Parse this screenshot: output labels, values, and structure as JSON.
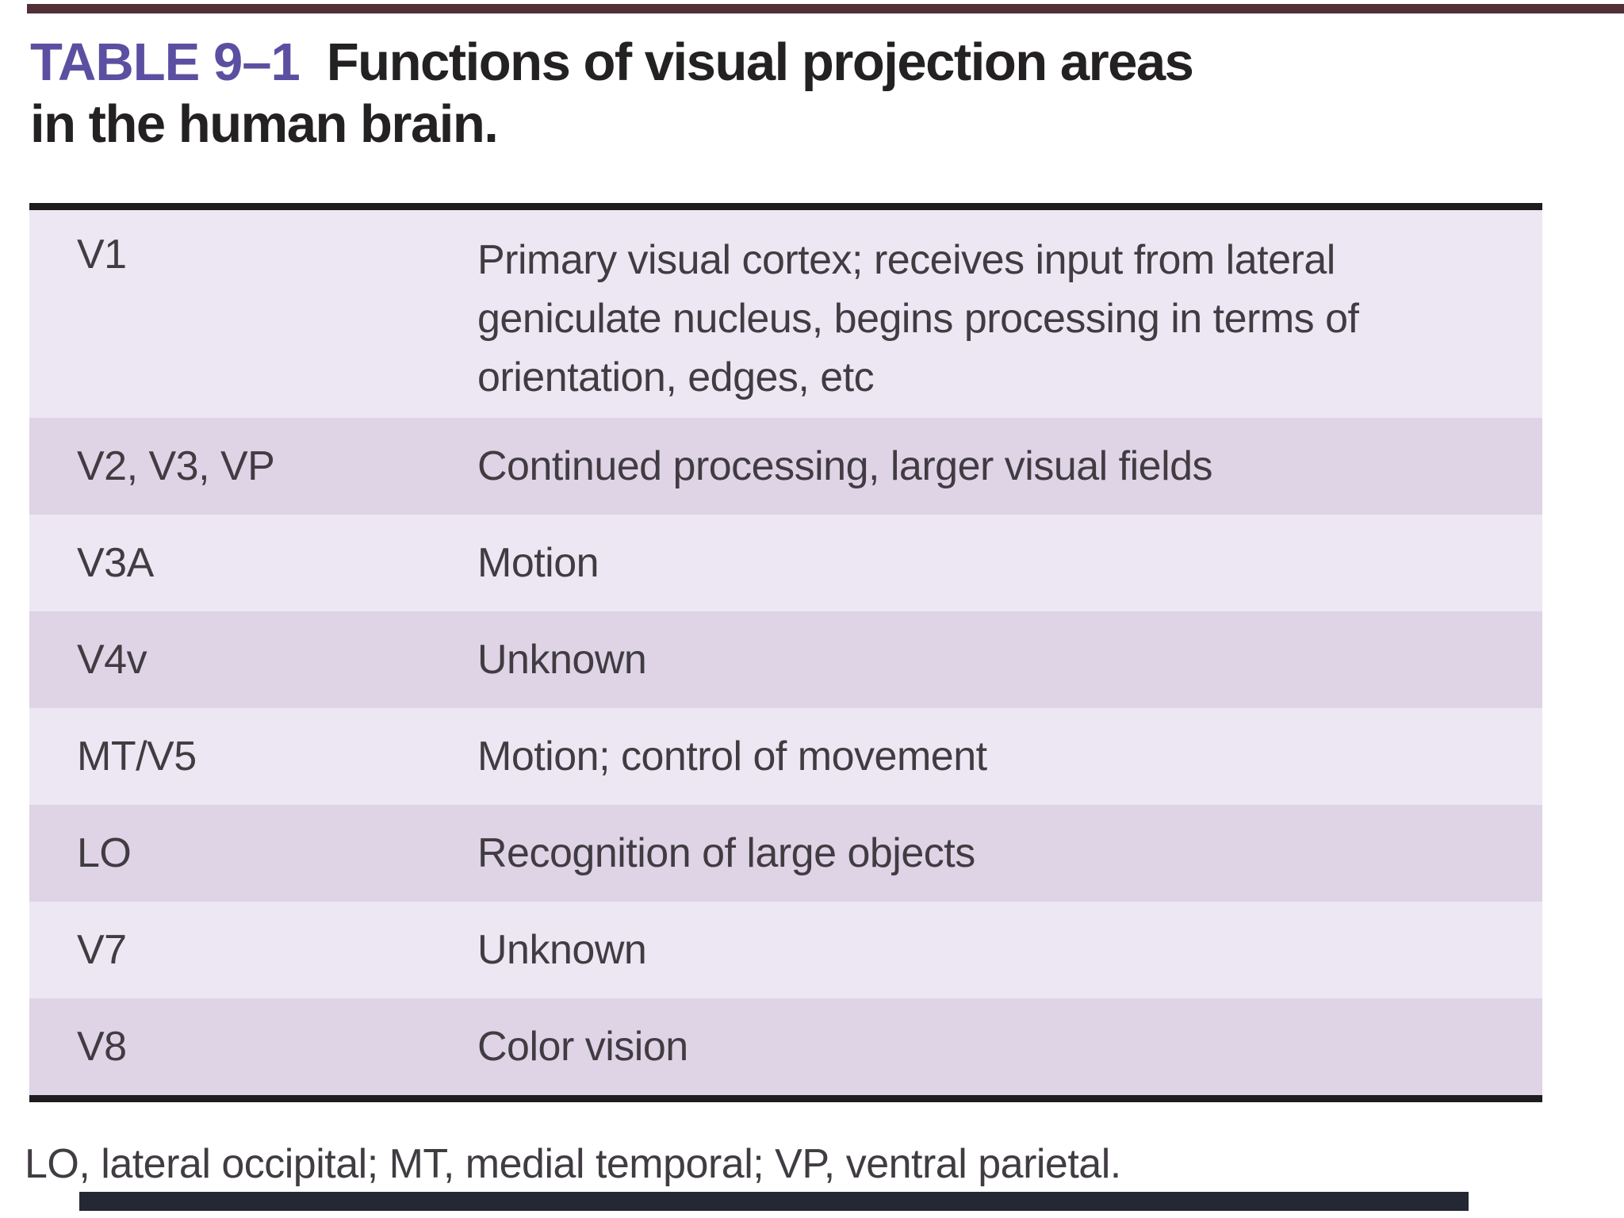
{
  "title": {
    "label": "TABLE 9–1",
    "line1": "Functions of visual projection areas",
    "line2": "in the human brain."
  },
  "table": {
    "rows": [
      {
        "area": "V1",
        "function": "Primary visual cortex; receives input from lateral geniculate nucleus, begins processing in terms of orientation, edges, etc"
      },
      {
        "area": "V2, V3, VP",
        "function": "Continued processing, larger visual fields"
      },
      {
        "area": "V3A",
        "function": "Motion"
      },
      {
        "area": "V4v",
        "function": "Unknown"
      },
      {
        "area": "MT/V5",
        "function": "Motion; control of movement"
      },
      {
        "area": "LO",
        "function": "Recognition of large objects"
      },
      {
        "area": "V7",
        "function": "Unknown"
      },
      {
        "area": "V8",
        "function": "Color vision"
      }
    ]
  },
  "footnote": "LO, lateral occipital; MT, medial temporal; VP, ventral parietal.",
  "colors": {
    "title_accent": "#5b4fa2",
    "title_text": "#242122",
    "body_text": "#403c42",
    "row_light": "#ece7f2",
    "row_dark": "#ded4e6",
    "table_rule": "#1e1c1e",
    "top_bar": "#513038",
    "bottom_bar": "#242734"
  }
}
